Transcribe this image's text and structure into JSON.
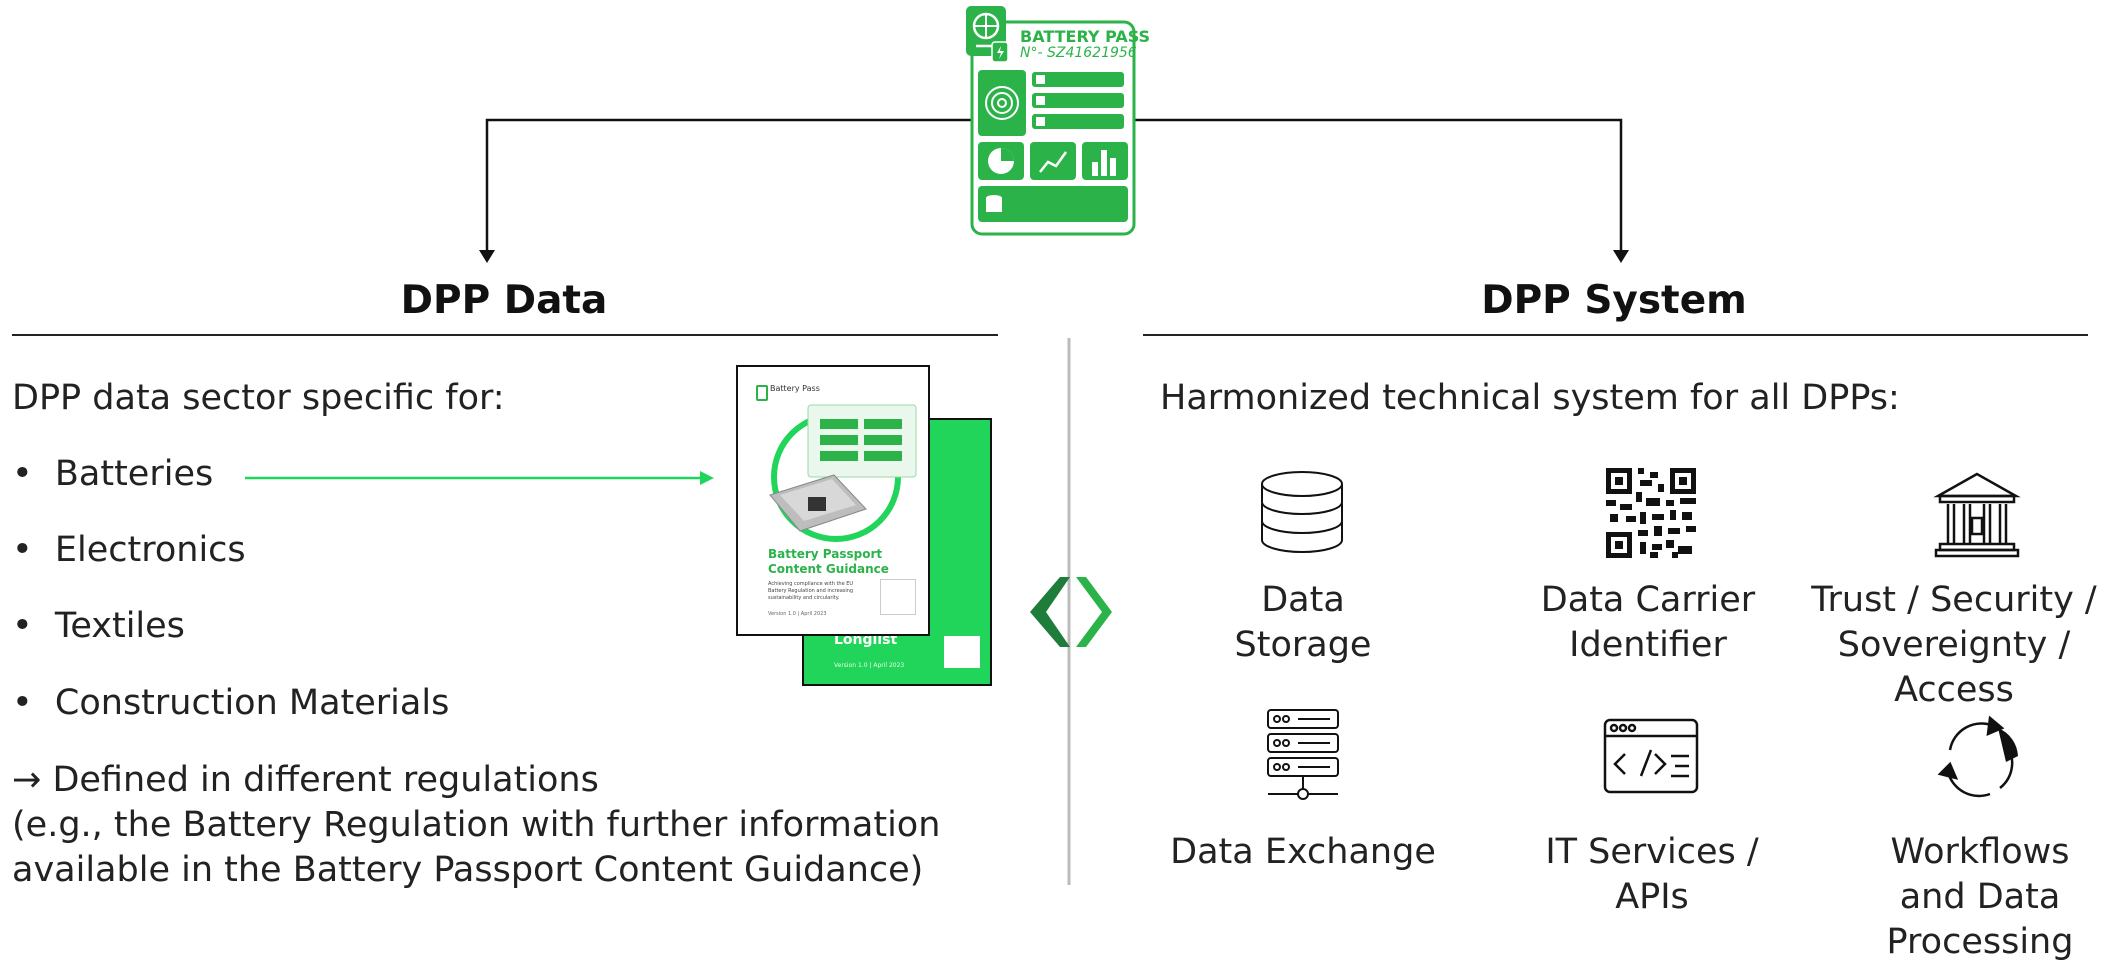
{
  "passport": {
    "title": "BATTERY PASS",
    "number": "N°- SZ41621956"
  },
  "left": {
    "heading": "DPP Data",
    "intro": "DPP data sector specific for:",
    "bullets": [
      "Batteries",
      "Electronics",
      "Textiles",
      "Construction Materials"
    ],
    "note_line1": "→ Defined in different regulations",
    "note_line2": "(e.g., the Battery Regulation with further information",
    "note_line3": "available in the Battery Passport Content Guidance)",
    "doc_front": {
      "brand": "Battery Pass",
      "title": "Battery Passport Content Guidance",
      "subtitle": "Achieving compliance with the EU Battery Regulation and increasing sustainability and circularity.",
      "version": "Version 1.0 | April 2023"
    },
    "doc_back": {
      "title": "Longlist",
      "version": "Version 1.0 | April 2023"
    }
  },
  "right": {
    "heading": "DPP System",
    "intro": "Harmonized technical system for all DPPs:",
    "items": [
      {
        "icon": "database-icon",
        "label_lines": [
          "Data",
          "Storage"
        ]
      },
      {
        "icon": "qr-code-icon",
        "label_lines": [
          "Data Carrier",
          "Identifier"
        ]
      },
      {
        "icon": "institution-icon",
        "label_lines": [
          "Trust / Security /",
          "Sovereignty /",
          "Access"
        ]
      },
      {
        "icon": "server-stack-icon",
        "label_lines": [
          "Data Exchange"
        ]
      },
      {
        "icon": "code-window-icon",
        "label_lines": [
          "IT Services /",
          "APIs"
        ]
      },
      {
        "icon": "cycle-arrows-icon",
        "label_lines": [
          "Workflows",
          "and Data",
          "Processing"
        ]
      }
    ]
  },
  "colors": {
    "accent": "#2bb34a",
    "accent_light": "#21d45a",
    "accent_dark": "#1e7d3a",
    "text": "#222222"
  }
}
